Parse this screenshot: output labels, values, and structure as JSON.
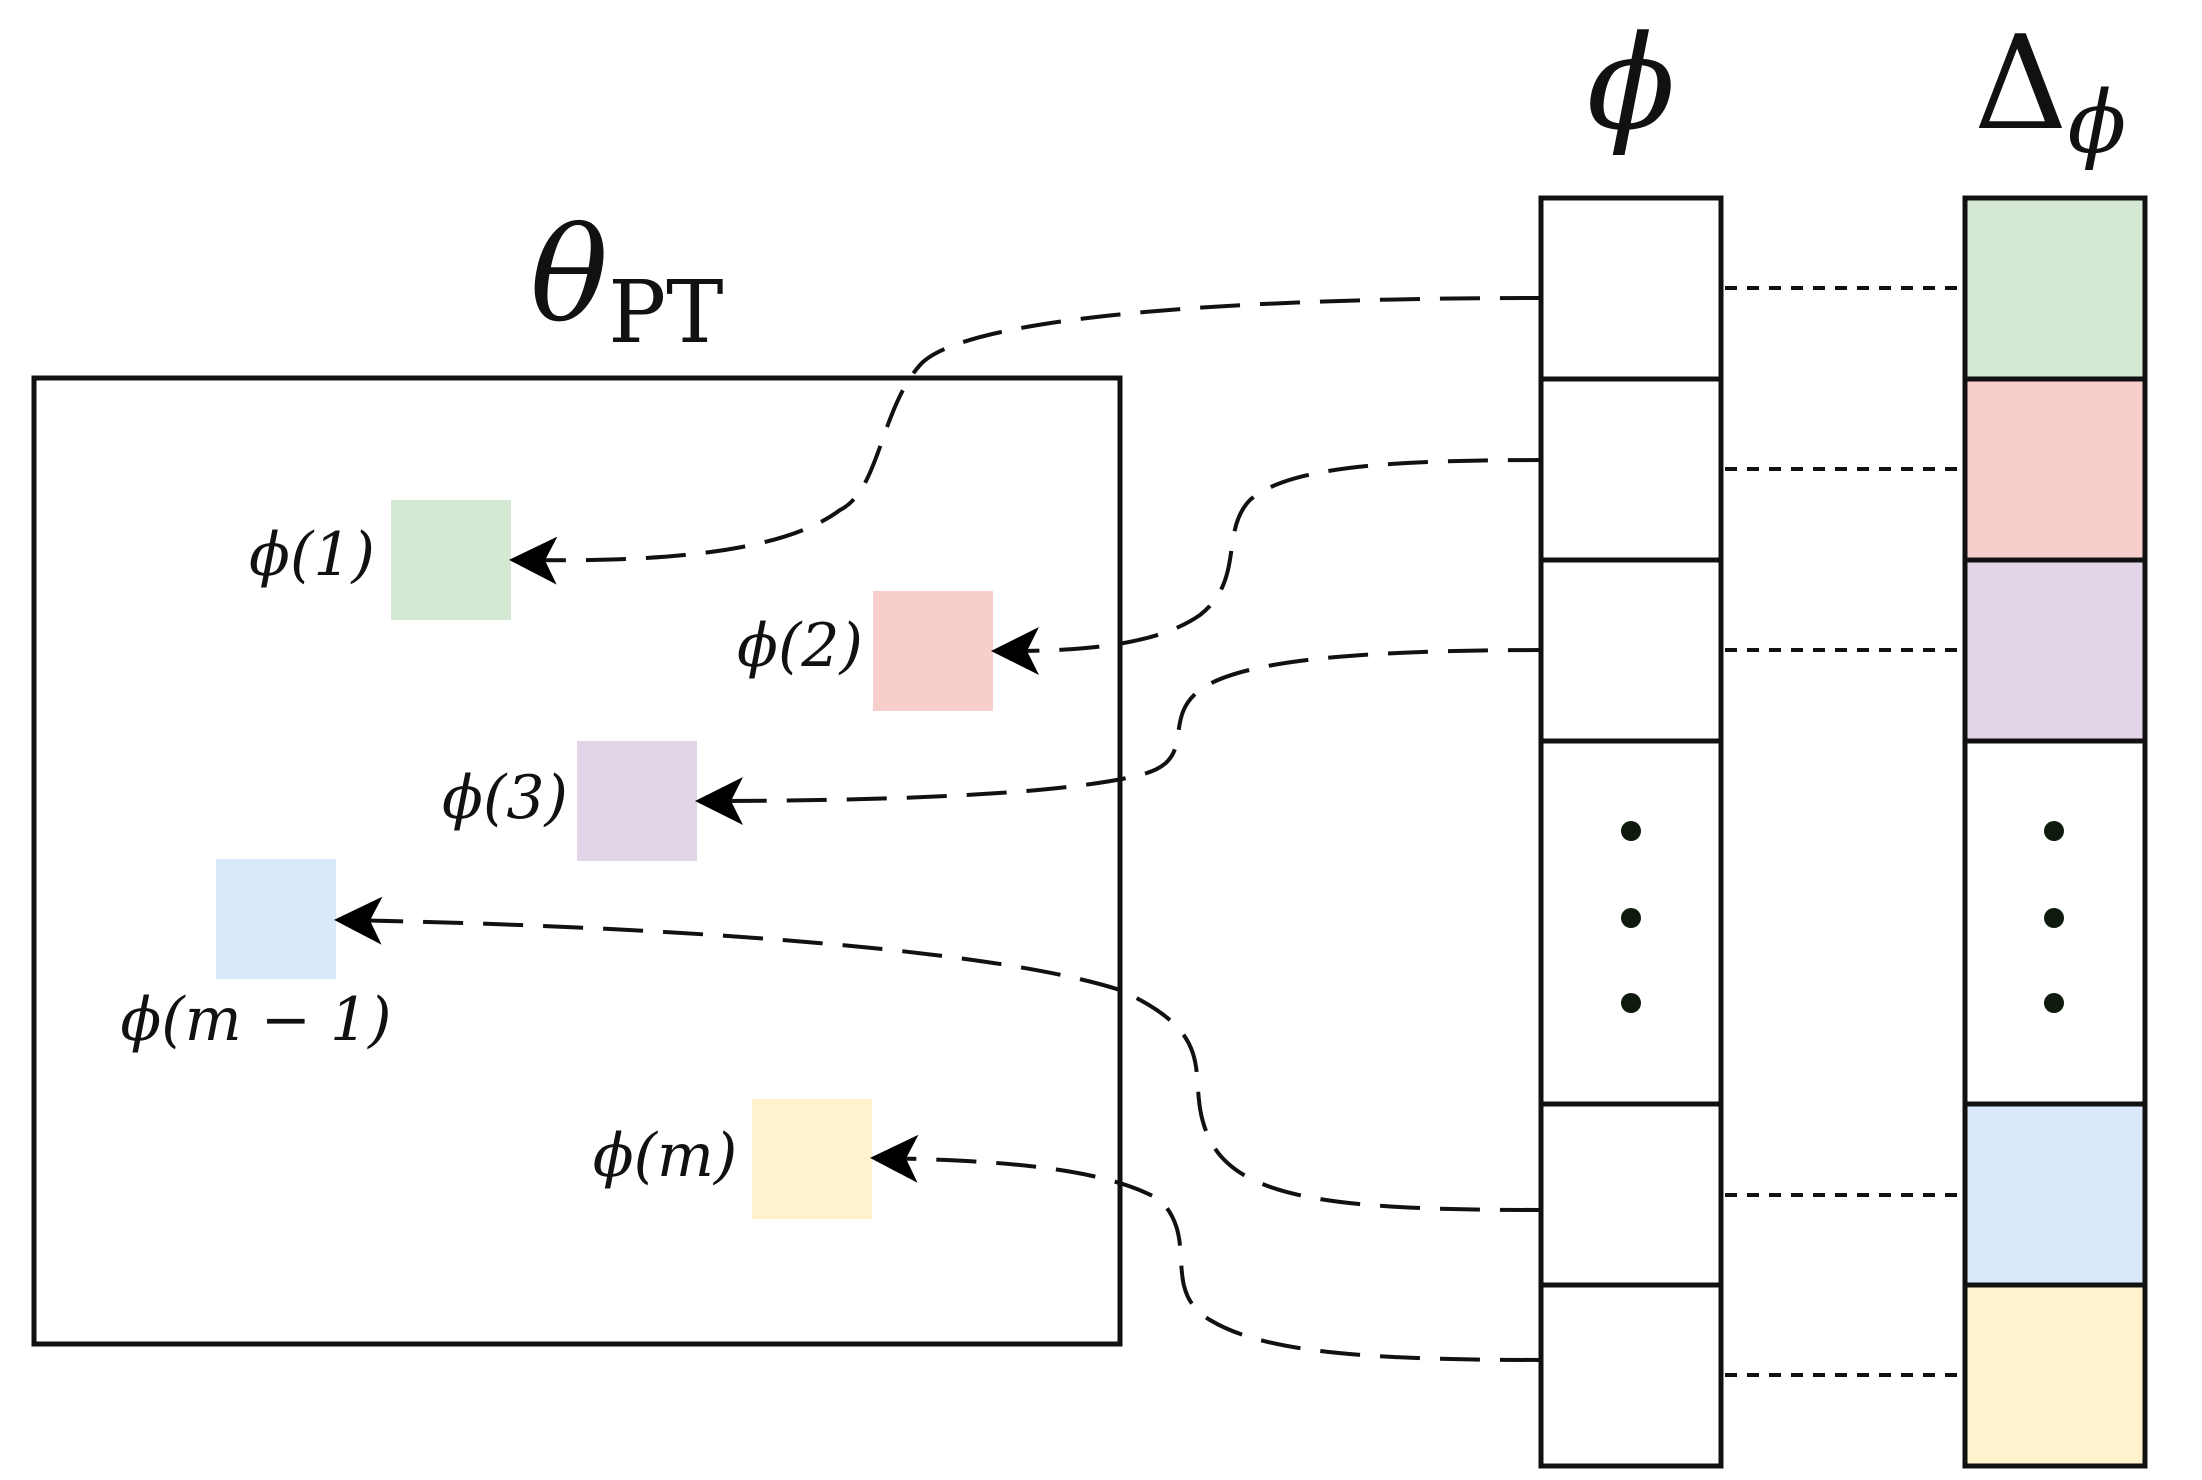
{
  "theta_label": {
    "symbol": "θ",
    "subscript": "PT"
  },
  "phi_header": "ϕ",
  "delta_header": {
    "symbol": "Δ",
    "subscript": "ϕ"
  },
  "embedding_labels": [
    {
      "id": "phi-1",
      "text": "ϕ(1)",
      "color": "#d5e8d4"
    },
    {
      "id": "phi-2",
      "text": "ϕ(2)",
      "color": "#f8cecc"
    },
    {
      "id": "phi-3",
      "text": "ϕ(3)",
      "color": "#e1d5e7"
    },
    {
      "id": "phi-m-1",
      "text": "ϕ(m − 1)",
      "color": "#dae8fc"
    },
    {
      "id": "phi-m",
      "text": "ϕ(m)",
      "color": "#fff2cc"
    }
  ],
  "delta_colors": [
    "#d5e8d4",
    "#f8cecc",
    "#e1d5e7",
    "#ffffff",
    "#dae8fc",
    "#fff2cc"
  ],
  "ellipsis": "⋮"
}
